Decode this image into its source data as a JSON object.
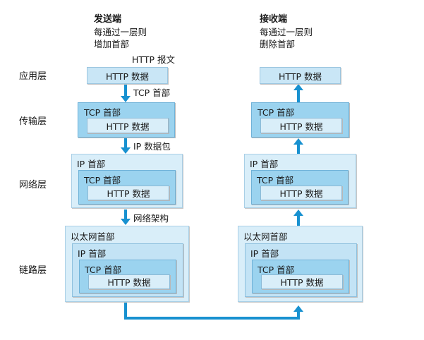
{
  "sender": {
    "title": "发送端",
    "line1": "每通过一层则",
    "line2": "增加首部"
  },
  "receiver": {
    "title": "接收端",
    "line1": "每通过一层则",
    "line2": "删除首部"
  },
  "layers": {
    "application": "应用层",
    "transport": "传输层",
    "network": "网络层",
    "link": "链路层"
  },
  "annotations": {
    "http_message": "HTTP 报文",
    "tcp_header": "TCP 首部",
    "ip_packet": "IP 数据包",
    "network_frame": "网络架构"
  },
  "headers": {
    "http_data": "HTTP 数据",
    "tcp": "TCP 首部",
    "ip": "IP 首部",
    "ethernet": "以太网首部"
  },
  "colors": {
    "arrow": "#1891d0",
    "outer_box": "#d9eef9",
    "tcp_box": "#9bd3ef"
  }
}
